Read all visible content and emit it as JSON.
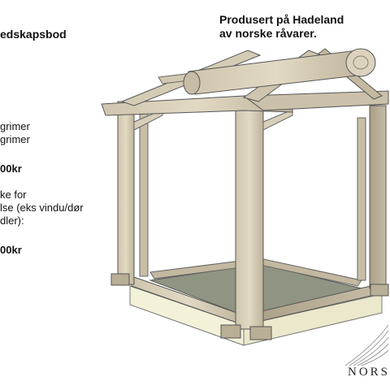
{
  "header": {
    "line1": "Produsert på Hadeland",
    "line2": "av norske råvarer."
  },
  "product": {
    "title_fragment": "edskapsbod",
    "desc_line1": "grimer",
    "desc_line2": "grimer",
    "price1": "00kr",
    "note_line1": "ke for",
    "note_line2": "lse (eks vindu/dør",
    "note_line3": "dler):",
    "price2": "00kr"
  },
  "logo": {
    "text": "NORS"
  }
}
